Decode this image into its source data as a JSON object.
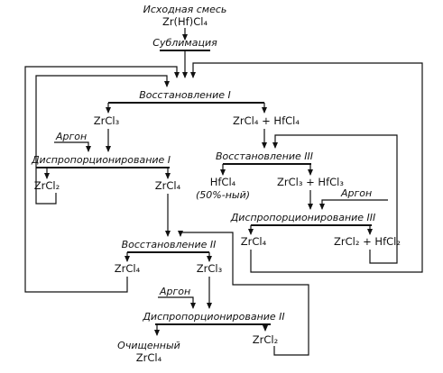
{
  "start": {
    "line1": "Исходная смесь",
    "line2": "Zr(Hf)Cl₄"
  },
  "sublimation": "Сублимация",
  "reduction1": {
    "title": "Восстановление I",
    "left": "ZrCl₃",
    "right": "ZrCl₄ + HfCl₄"
  },
  "argon1": "Аргон",
  "disprop1": {
    "title": "Диспропорционирование I",
    "left": "ZrCl₂",
    "right": "ZrCl₄"
  },
  "reduction3": {
    "title": "Восстановление III",
    "left": "HfCl₄",
    "left_note": "(50%-ный)",
    "right": "ZrCl₃ + HfCl₃"
  },
  "argon3": "Аргон",
  "disprop3": {
    "title": "Диспропорционирование III",
    "left": "ZrCl₄",
    "right": "ZrCl₂ + HfCl₂"
  },
  "reduction2": {
    "title": "Восстановление II",
    "left": "ZrCl₄",
    "right": "ZrCl₃"
  },
  "argon2": "Аргон",
  "disprop2": {
    "title": "Диспропорционирование II",
    "right": "ZrCl₂"
  },
  "product": {
    "line1": "Очищенный",
    "line2": "ZrCl₄"
  },
  "colors": {
    "ink": "#111111",
    "paper": "#ffffff"
  }
}
